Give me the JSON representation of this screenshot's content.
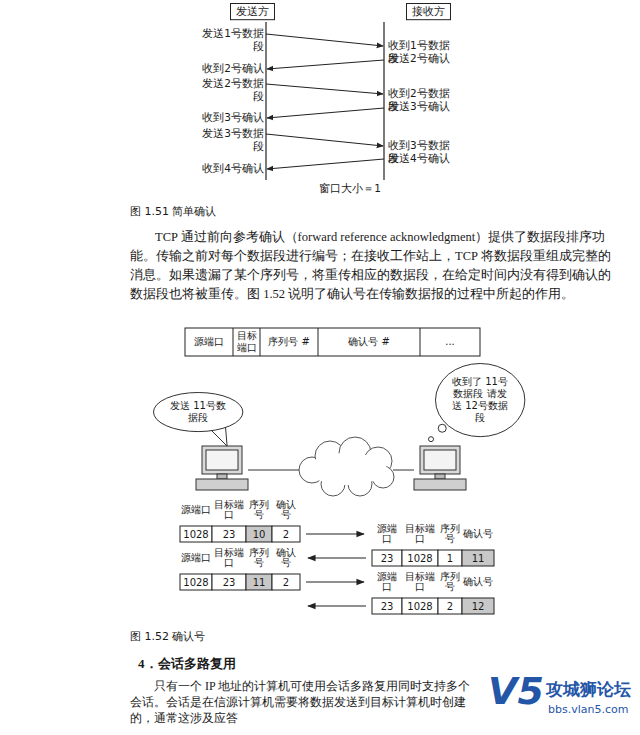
{
  "diagram": {
    "nodes": [
      {
        "text": [
          "发送方"
        ]
      },
      {
        "text": [
          "接收方"
        ]
      },
      {
        "text": [
          "发送 11号数据段"
        ]
      },
      {
        "text": [
          "收到了 11号数据段 请发送 12号数据段"
        ]
      }
    ],
    "labels": [
      "发送1号数据段",
      "收到1号数据段",
      "发送2号确认",
      "收到2号确认",
      "发送2号数据段",
      "收到2号数据段",
      "发送3号确认",
      "收到3号确认",
      "发送3号数据段",
      "收到3号数据段",
      "发送4号确认",
      "收到4号确认",
      "窗口大小＝1",
      "图 1.51  简单确认",
      "TCP 通过前向参考确认（forward reference acknowledgment）提供了数据段排序功能。传输之前对每个数据段进行编号；在接收工作站上，TCP 将数据段重组成完整的消息。如果遗漏了某个序列号，将重传相应的数据段，在给定时间内没有得到确认的数据段也将被重传。图 1.52 说明了确认号在传输数据报的过程中所起的作用。",
      "源端口",
      "目标端口",
      "序列号 #",
      "确认号 #",
      "...",
      "源端口",
      "目标端口",
      "序列号",
      "确认号",
      "1028",
      "23",
      "10",
      "2",
      "源端口",
      "目标端口",
      "序列号",
      "确认号",
      "1028",
      "23",
      "11",
      "2",
      "源端口",
      "目标端口",
      "序列号",
      "确认号",
      "23",
      "1028",
      "1",
      "11",
      "源端口",
      "目标端口",
      "序列号",
      "确认号",
      "23",
      "1028",
      "2",
      "12",
      "图 1.52  确认号",
      "4．会话多路复用",
      "只有一个 IP 地址的计算机可使用会话多路复用同时支持多个会话。会话是在信源计算机需要将数据发送到目标计算机时创建的，通常这涉及应答",
      "V5",
      "攻城狮论坛",
      "bbs.vlan5.com"
    ]
  }
}
